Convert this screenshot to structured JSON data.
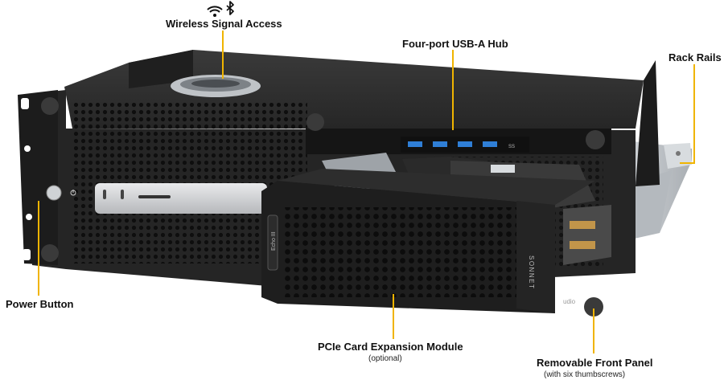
{
  "callouts": {
    "wireless": "Wireless Signal Access",
    "usb_hub": "Four-port USB-A Hub",
    "rack_rails": "Rack Rails",
    "power_button": "Power Button",
    "pcie_module": "PCIe Card Expansion Module",
    "pcie_module_note": "(optional)",
    "front_panel": "Removable Front Panel",
    "front_panel_note": "(with six thumbscrews)"
  },
  "device_marks": {
    "module_badge": "Echo III",
    "brand": "SONNET",
    "usb_logo": "SS",
    "studio_text": "udio"
  },
  "icons": [
    "wifi-icon",
    "bluetooth-icon",
    "power-icon"
  ],
  "colors": {
    "accent_lead": "#f0b400",
    "chassis": "#2b2b2b",
    "usb_port": "#2f7fd6",
    "rail": "#c9ced3"
  }
}
